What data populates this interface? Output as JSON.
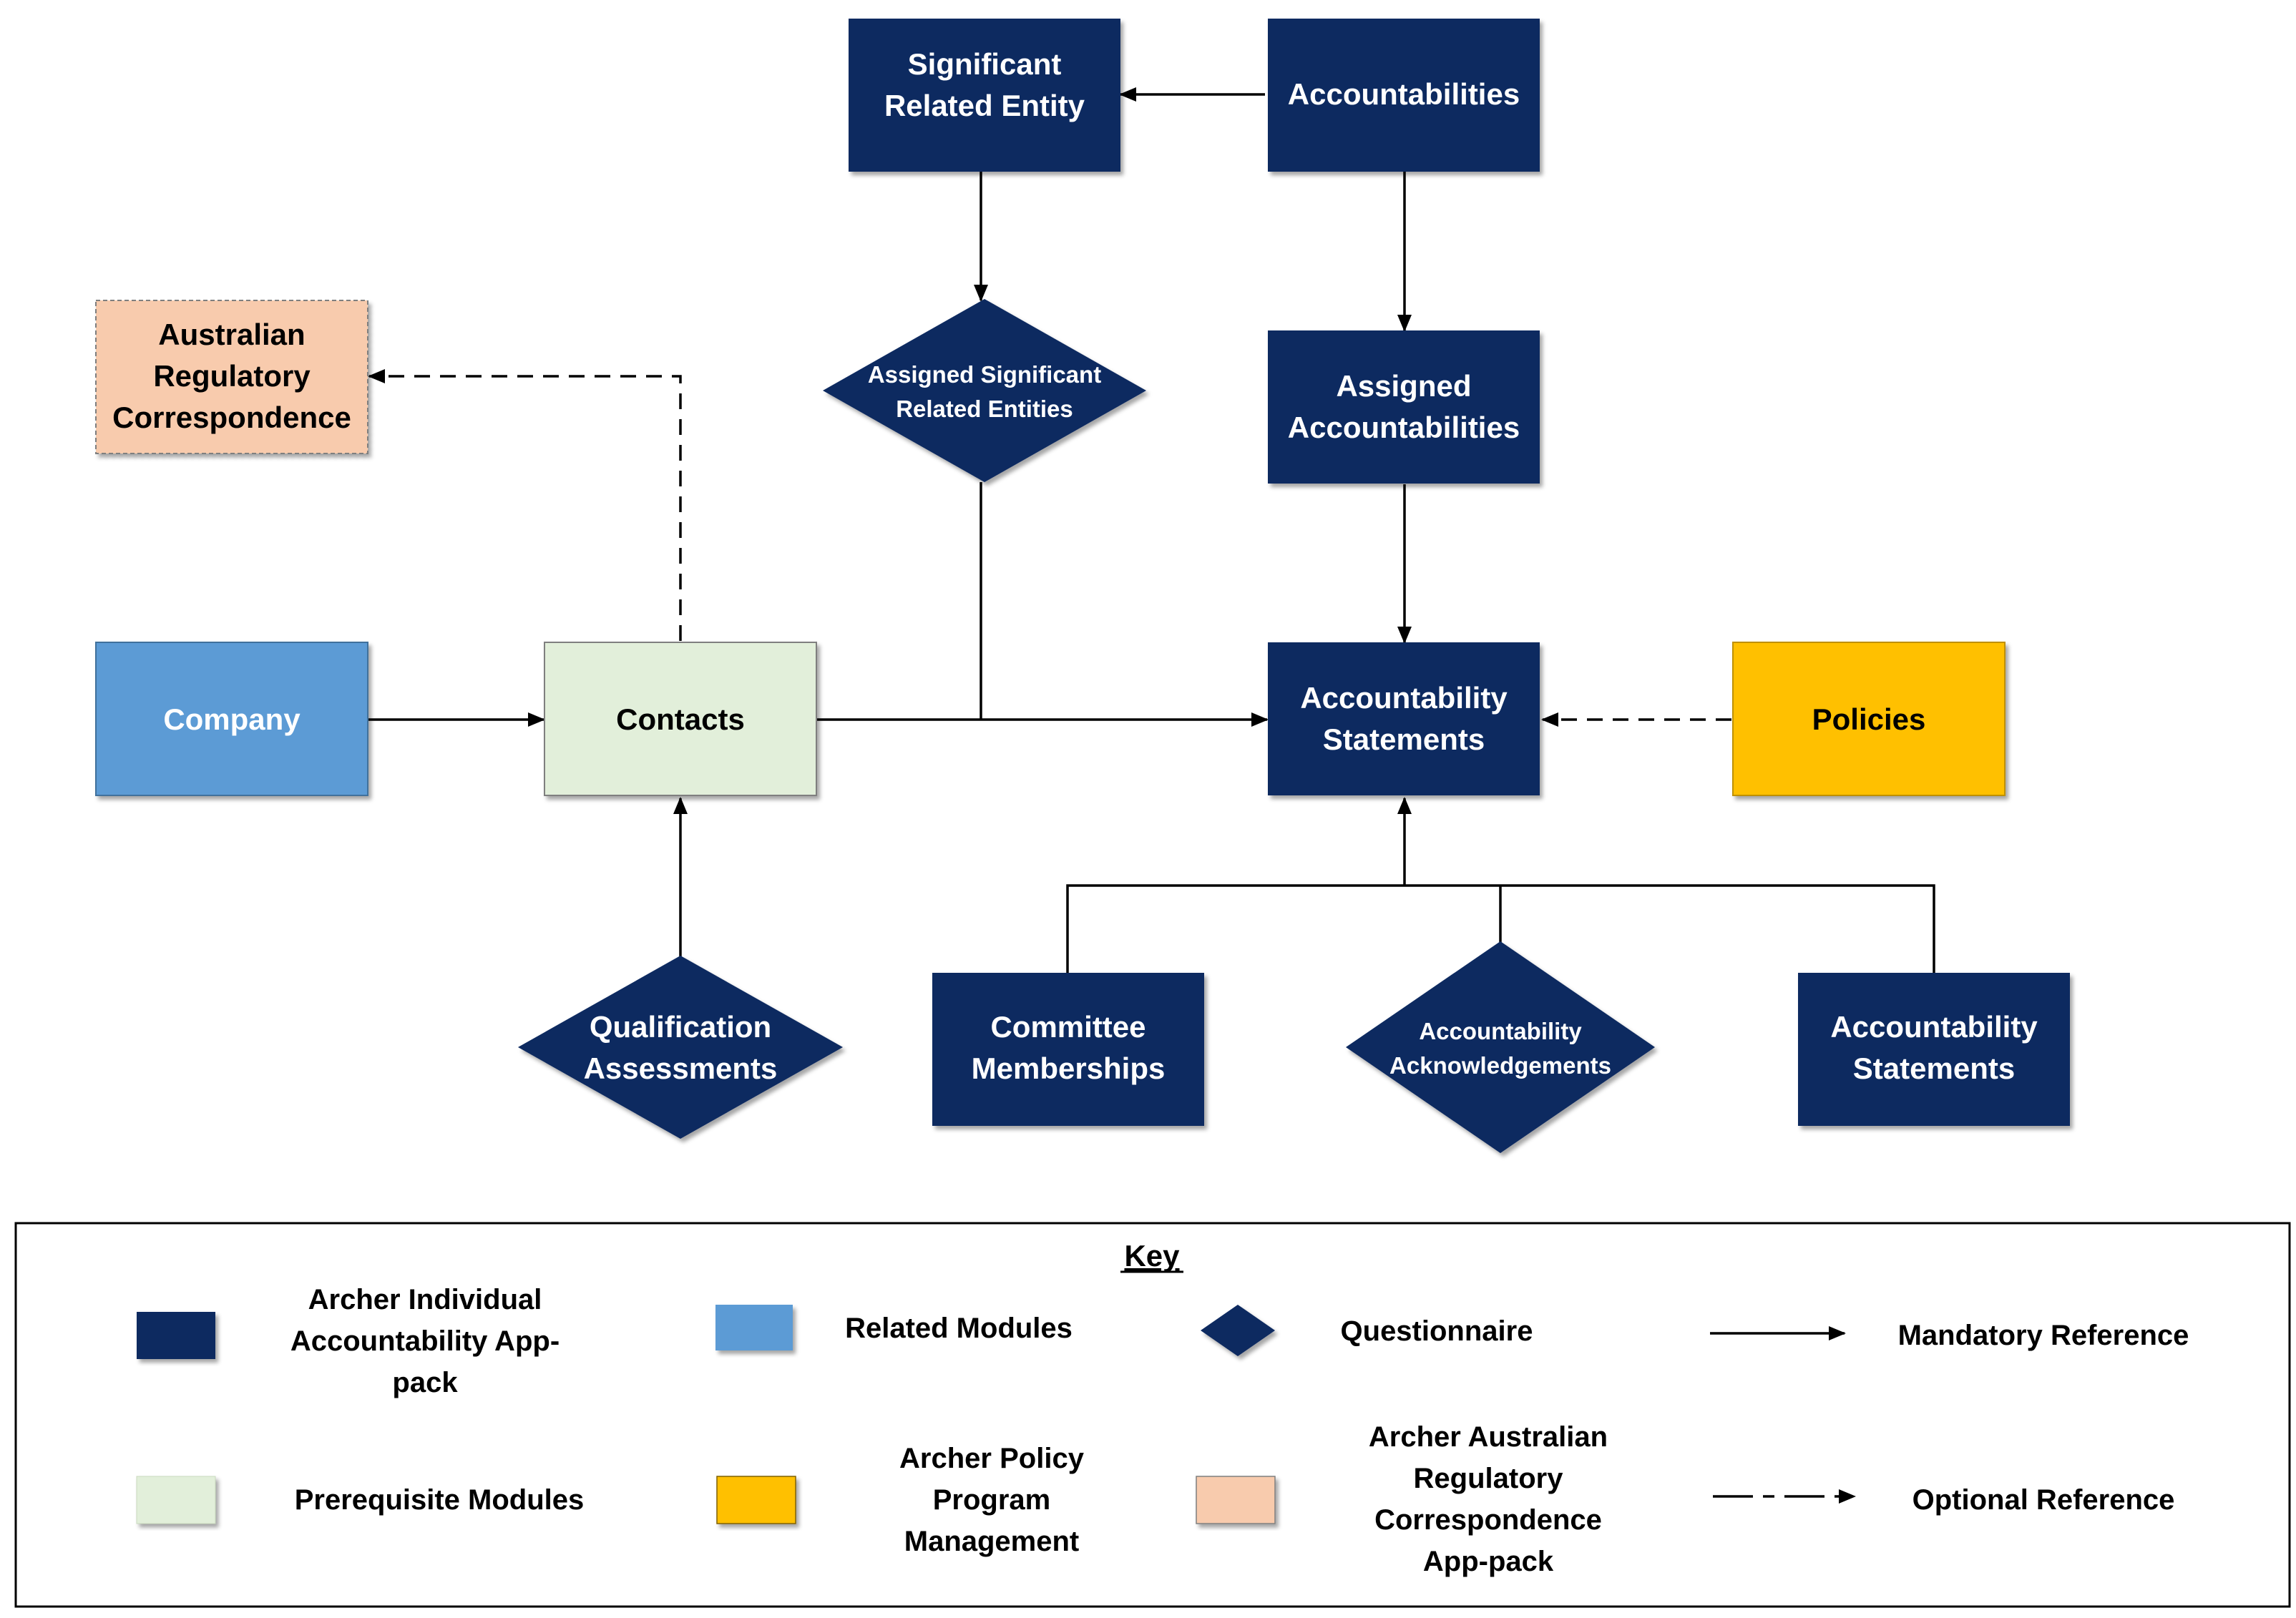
{
  "colors": {
    "app_pack": "#0B2960",
    "related": "#5B9BD5",
    "prerequisite": "#E2EFDA",
    "policy": "#FFC000",
    "correspondence": "#F8CBAD",
    "line": "#000000",
    "white_text": "#FFFFFF",
    "dark_text": "#000000"
  },
  "nodes": {
    "significant_related_entity": [
      "Significant",
      "Related Entity"
    ],
    "accountabilities": [
      "Accountabilities"
    ],
    "assigned_sre": [
      "Assigned Significant",
      "Related Entities"
    ],
    "assigned_accountabilities": [
      "Assigned",
      "Accountabilities"
    ],
    "australian_regulatory": [
      "Australian",
      "Regulatory",
      "Correspondence"
    ],
    "company": [
      "Company"
    ],
    "contacts": [
      "Contacts"
    ],
    "accountability_statements_main": [
      "Accountability",
      "Statements"
    ],
    "policies": [
      "Policies"
    ],
    "qualification_assessments": [
      "Qualification",
      "Assessments"
    ],
    "committee_memberships": [
      "Committee",
      "Memberships"
    ],
    "accountability_acknowledgements": [
      "Accountability",
      "Acknowledgements"
    ],
    "accountability_statements_child": [
      "Accountability",
      "Statements"
    ]
  },
  "key": {
    "title": "Key",
    "app_pack": [
      "Archer Individual",
      "Accountability App-",
      "pack"
    ],
    "related": [
      "Related Modules"
    ],
    "questionnaire": [
      "Questionnaire"
    ],
    "mandatory": [
      "Mandatory Reference"
    ],
    "prerequisite": [
      "Prerequisite Modules"
    ],
    "policy": [
      "Archer Policy",
      "Program",
      "Management"
    ],
    "correspondence": [
      "Archer Australian",
      "Regulatory",
      "Correspondence",
      "App-pack"
    ],
    "optional": [
      "Optional Reference"
    ]
  }
}
